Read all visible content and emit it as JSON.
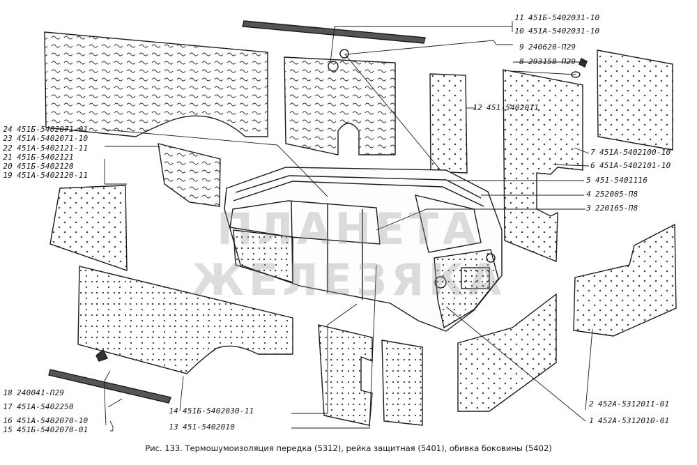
{
  "colors": {
    "ink": "#1a1a1a",
    "paper": "#ffffff",
    "watermark": "#969696"
  },
  "watermark_text": "ПЛАНЕТА ЖЕЛЕЗЯКА",
  "caption": "Рис. 133. Термошумоизоляция передка (5312), рейка защитная (5401), обивка боковины (5402)",
  "callouts": [
    {
      "num": "11",
      "code": "451Б-5402031-10"
    },
    {
      "num": "10",
      "code": "451А-5402031-10"
    },
    {
      "num": "9",
      "code": "240620-П29"
    },
    {
      "num": "8",
      "code": "293158-П29"
    },
    {
      "num": "12",
      "code": "451-5402011"
    },
    {
      "num": "7",
      "code": "451А-5402100-10"
    },
    {
      "num": "6",
      "code": "451А-5402101-10"
    },
    {
      "num": "5",
      "code": "451-5401116"
    },
    {
      "num": "4",
      "code": "252005-П8"
    },
    {
      "num": "3",
      "code": "220165-П8"
    },
    {
      "num": "24",
      "code": "451Б-5402071-01"
    },
    {
      "num": "23",
      "code": "451А-5402071-10"
    },
    {
      "num": "22",
      "code": "451А-5402121-11"
    },
    {
      "num": "21",
      "code": "451Б-5402121"
    },
    {
      "num": "20",
      "code": "451Б-5402120"
    },
    {
      "num": "19",
      "code": "451А-5402120-11"
    },
    {
      "num": "18",
      "code": "240041-П29"
    },
    {
      "num": "17",
      "code": "451А-5402250"
    },
    {
      "num": "16",
      "code": "451А-5402070-10"
    },
    {
      "num": "15",
      "code": "451Б-5402070-01"
    },
    {
      "num": "14",
      "code": "451Б-5402030-11"
    },
    {
      "num": "13",
      "code": "451-5402010"
    },
    {
      "num": "2",
      "code": "452А-5312011-01"
    },
    {
      "num": "1",
      "code": "452А-5312010-01"
    }
  ]
}
